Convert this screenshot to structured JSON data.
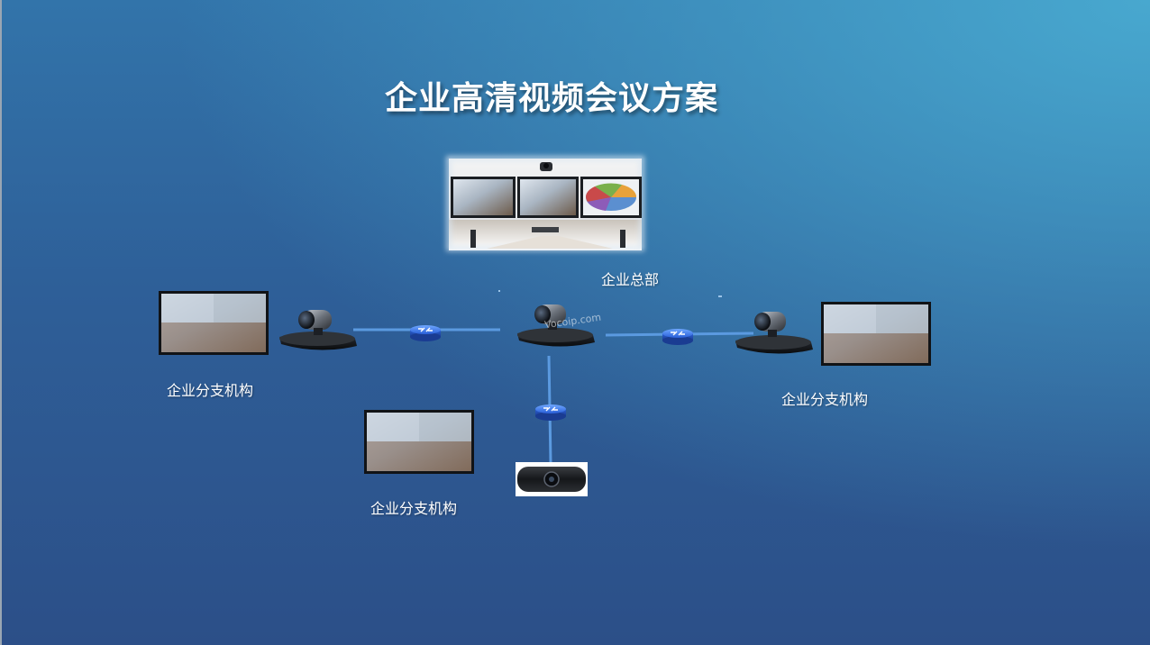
{
  "title": "企业高清视频会议方案",
  "nodes": {
    "hq_label": "企业总部",
    "branch_left_label": "企业分支机构",
    "branch_right_label": "企业分支机构",
    "branch_bottom_label": "企业分支机构"
  },
  "watermark": "Vocoip.com",
  "colors": {
    "link": "#5b9ae0",
    "router": "#2f6ee6",
    "background_top": "#3274aa",
    "background_bottom": "#2c4f88"
  },
  "icons": [
    "conference-room-image",
    "video-camera-icon",
    "router-icon",
    "meeting-screen-image",
    "soundbar-camera-icon"
  ]
}
